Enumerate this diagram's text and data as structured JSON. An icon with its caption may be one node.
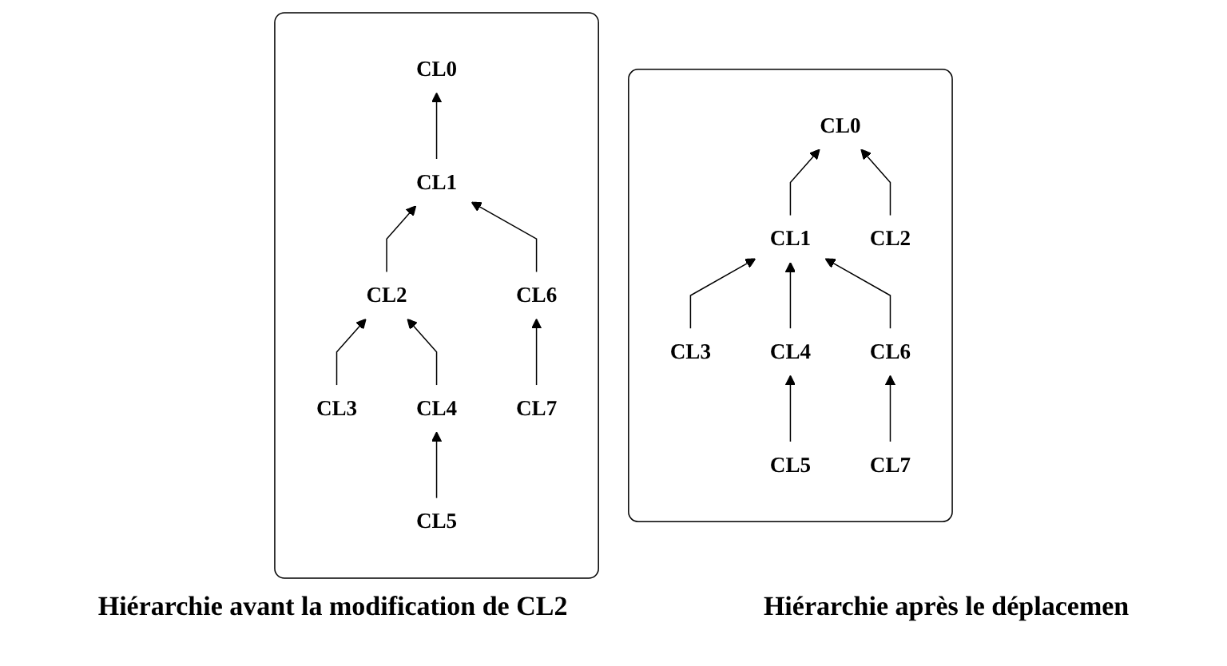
{
  "diagram": {
    "nodes": [
      {
        "text": [],
        "shape": "box"
      },
      {
        "text": [
          "CL0"
        ],
        "in": 0
      },
      {
        "text": [
          "CL1"
        ],
        "in": 0
      },
      {
        "text": [
          "CL2"
        ],
        "in": 0
      },
      {
        "text": [
          "CL3"
        ],
        "in": 0
      },
      {
        "text": [
          "CL4"
        ],
        "in": 0
      },
      {
        "text": [
          "CL5"
        ],
        "in": 0
      },
      {
        "text": [
          "CL6"
        ],
        "in": 0
      },
      {
        "text": [
          "CL7"
        ],
        "in": 0
      },
      {
        "text": [],
        "shape": "box"
      },
      {
        "text": [
          "CL0"
        ],
        "in": 9
      },
      {
        "text": [
          "CL1"
        ],
        "in": 9
      },
      {
        "text": [
          "CL2"
        ],
        "in": 9
      },
      {
        "text": [
          "CL3"
        ],
        "in": 9
      },
      {
        "text": [
          "CL4"
        ],
        "in": 9
      },
      {
        "text": [
          "CL5"
        ],
        "in": 9
      },
      {
        "text": [
          "CL6"
        ],
        "in": 9
      },
      {
        "text": [
          "CL7"
        ],
        "in": 9
      }
    ],
    "edges": [
      {
        "from": 2,
        "to": 1,
        "arrow": "to"
      },
      {
        "from": 3,
        "to": 2,
        "arrow": "to"
      },
      {
        "from": 7,
        "to": 2,
        "arrow": "to"
      },
      {
        "from": 4,
        "to": 3,
        "arrow": "to"
      },
      {
        "from": 5,
        "to": 3,
        "arrow": "to"
      },
      {
        "from": 6,
        "to": 5,
        "arrow": "to"
      },
      {
        "from": 8,
        "to": 7,
        "arrow": "to"
      },
      {
        "from": 11,
        "to": 10,
        "arrow": "to"
      },
      {
        "from": 12,
        "to": 10,
        "arrow": "to"
      },
      {
        "from": 13,
        "to": 11,
        "arrow": "to"
      },
      {
        "from": 14,
        "to": 11,
        "arrow": "to"
      },
      {
        "from": 16,
        "to": 11,
        "arrow": "to"
      },
      {
        "from": 15,
        "to": 14,
        "arrow": "to"
      },
      {
        "from": 17,
        "to": 16,
        "arrow": "to"
      }
    ],
    "labels": [
      "Hiérarchie avant la modification de CL2",
      "Hiérarchie après le déplacemen"
    ]
  }
}
